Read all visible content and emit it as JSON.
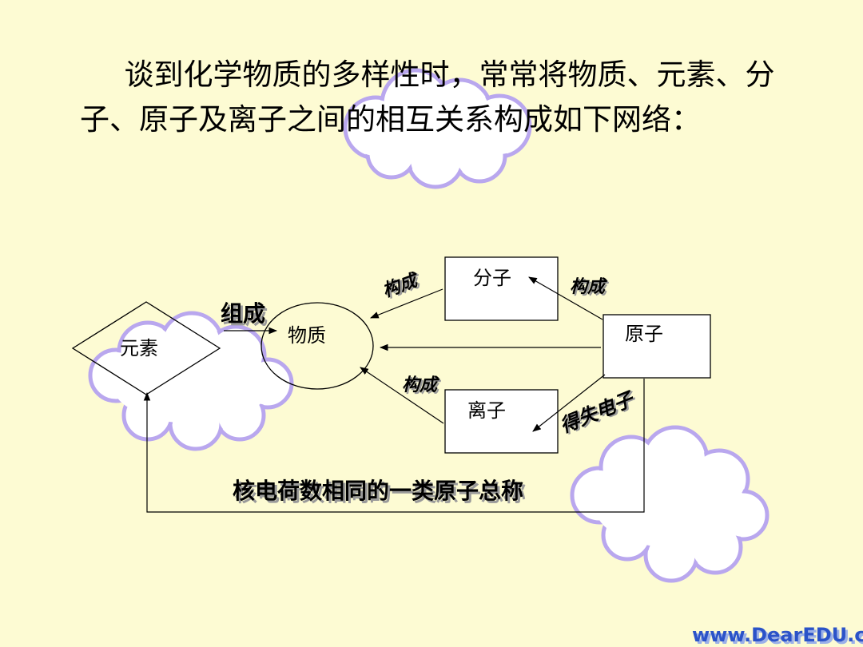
{
  "intro_text": "谈到化学物质的多样性时，常常将物质、元素、分子、原子及离子之间的相互关系构成如下网络：",
  "nodes": {
    "element": "元素",
    "substance": "物质",
    "molecule": "分子",
    "atom": "原子",
    "ion": "离子"
  },
  "edges": {
    "element_to_substance": "组成",
    "molecule_to_substance": "构成",
    "atom_to_molecule": "构成",
    "ion_to_substance": "构成",
    "atom_to_ion": "得失电子",
    "atom_to_element": "核电荷数相同的一类原子总称"
  },
  "watermark": "www.DearEDU.com",
  "colors": {
    "background": "#fdfbd3",
    "cloud_fill": "#ffffff",
    "cloud_outline": "#b9a7ee",
    "line": "#000000",
    "watermark": "#2b53c8"
  }
}
